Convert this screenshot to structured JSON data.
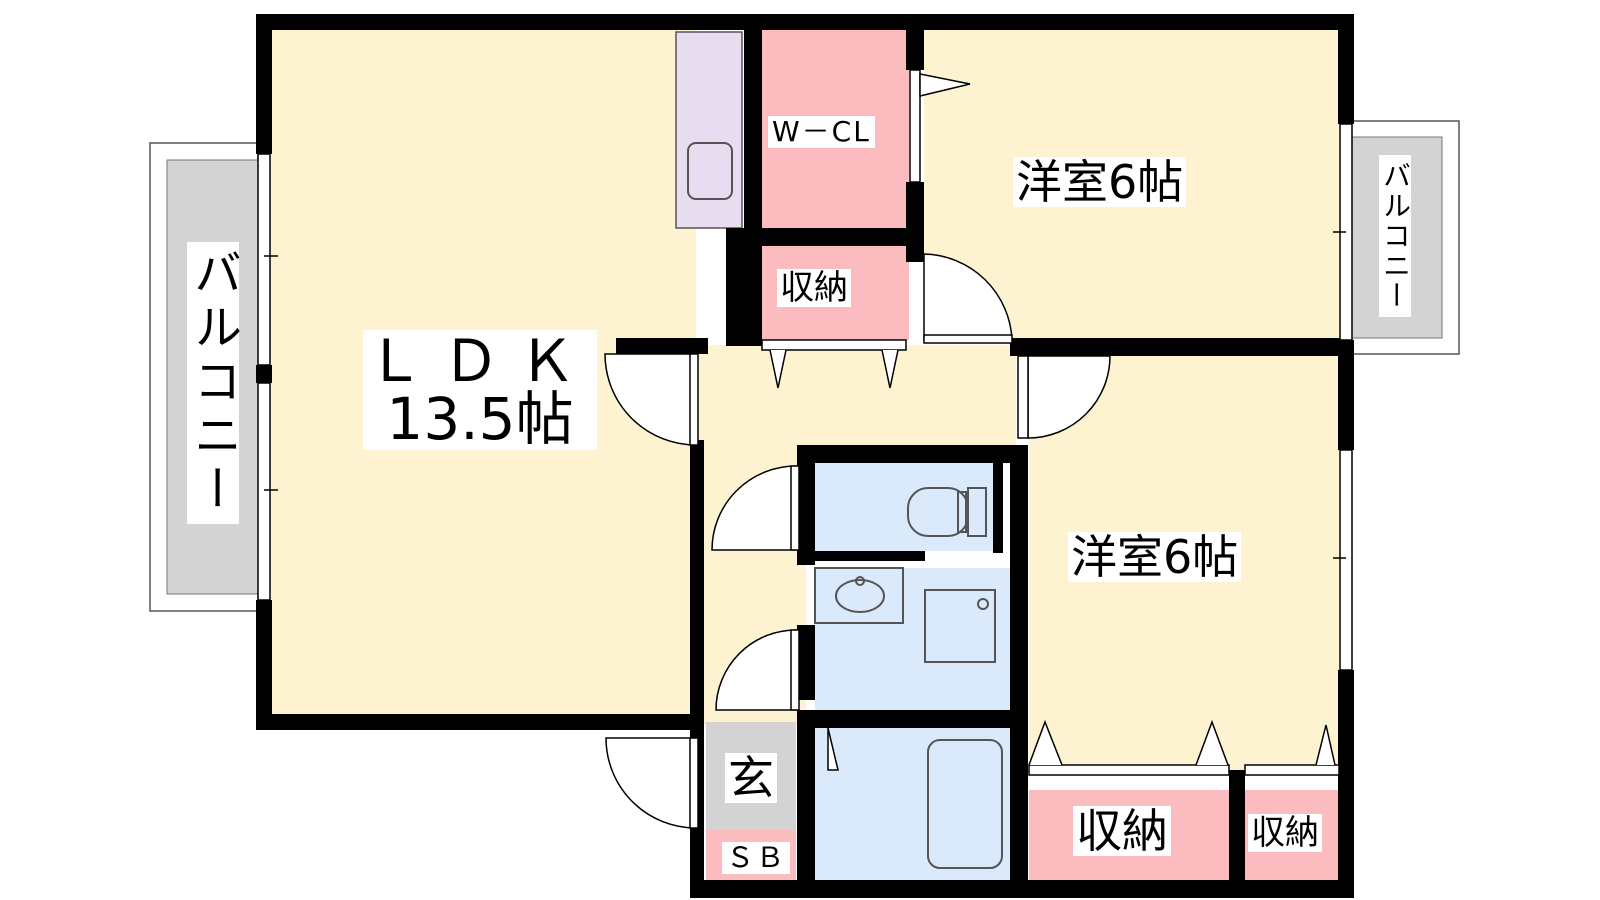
{
  "colors": {
    "wall": "#000000",
    "living": "#fdf3d1",
    "wet_area": "#dbeafa",
    "storage": "#fbbcc0",
    "kitchen": "#e8dcf0",
    "balcony": "#d3d3d3",
    "genkan": "#d3d3d3"
  },
  "rooms": {
    "ldk": {
      "name": "ＬＤＫ",
      "size": "13.5帖"
    },
    "western_top": {
      "label": "洋室6帖"
    },
    "western_bottom": {
      "label": "洋室6帖"
    },
    "walk_in_closet": {
      "label": "W－CL"
    },
    "storage_top": {
      "label": "収納"
    },
    "storage_bottom_left": {
      "label": "収納"
    },
    "storage_bottom_right": {
      "label": "収納"
    },
    "entrance": {
      "label": "玄"
    },
    "shoe_box": {
      "label": "ＳＢ"
    }
  },
  "balconies": {
    "left": {
      "label": "バルコニー"
    },
    "right": {
      "label": "バルコニー"
    }
  }
}
